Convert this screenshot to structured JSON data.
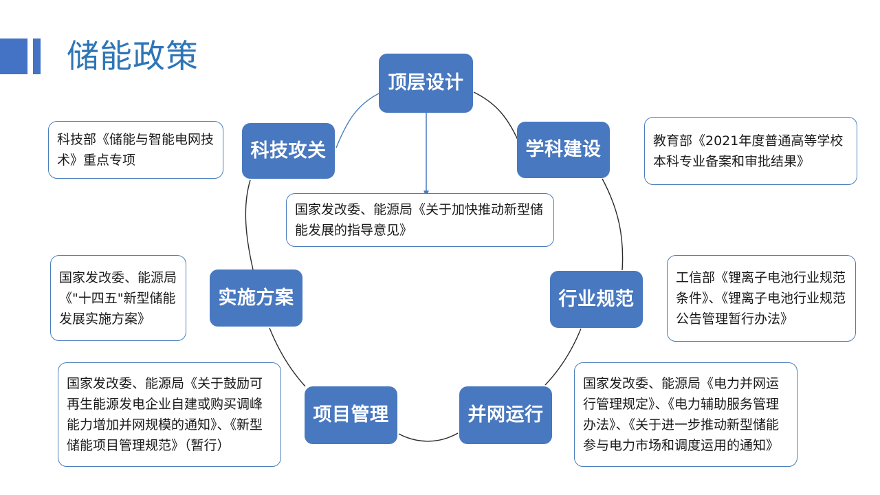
{
  "slide": {
    "title": "储能政策",
    "title_color": "#2E75B6",
    "accent_color": "#4472C4",
    "node_color": "#4878C0",
    "callout_border_color": "#4A7EBB",
    "background": "#ffffff"
  },
  "cycle": {
    "nodes": [
      {
        "id": "top-level-design",
        "label": "顶层设计"
      },
      {
        "id": "discipline-construction",
        "label": "学科建设"
      },
      {
        "id": "industry-standards",
        "label": "行业规范"
      },
      {
        "id": "grid-connected-operation",
        "label": "并网运行"
      },
      {
        "id": "project-management",
        "label": "项目管理"
      },
      {
        "id": "implementation-plan",
        "label": "实施方案"
      },
      {
        "id": "technology-research",
        "label": "科技攻关"
      }
    ]
  },
  "callouts": [
    {
      "id": "technology-research-policy",
      "text": "科技部《储能与智能电网技术》重点专项"
    },
    {
      "id": "discipline-construction-policy",
      "text": "教育部《2021年度普通高等学校本科专业备案和审批结果》"
    },
    {
      "id": "top-level-design-policy",
      "text": "国家发改委、能源局《关于加快推动新型储能发展的指导意见》"
    },
    {
      "id": "implementation-plan-policy",
      "text": "国家发改委、能源局《\"十四五\"新型储能发展实施方案》"
    },
    {
      "id": "industry-standards-policy",
      "text": "工信部《锂离子电池行业规范条件》、《锂离子电池行业规范公告管理暂行办法》"
    },
    {
      "id": "project-management-policy",
      "text": "国家发改委、能源局《关于鼓励可再生能源发电企业自建或购买调峰能力增加并网规模的通知》、《新型储能项目管理规范》（暂行）"
    },
    {
      "id": "grid-connected-operation-policy",
      "text": "国家发改委、能源局《电力并网运行管理规定》、《电力辅助服务管理办法》、《关于进一步推动新型储能参与电力市场和调度运用的通知》"
    }
  ]
}
